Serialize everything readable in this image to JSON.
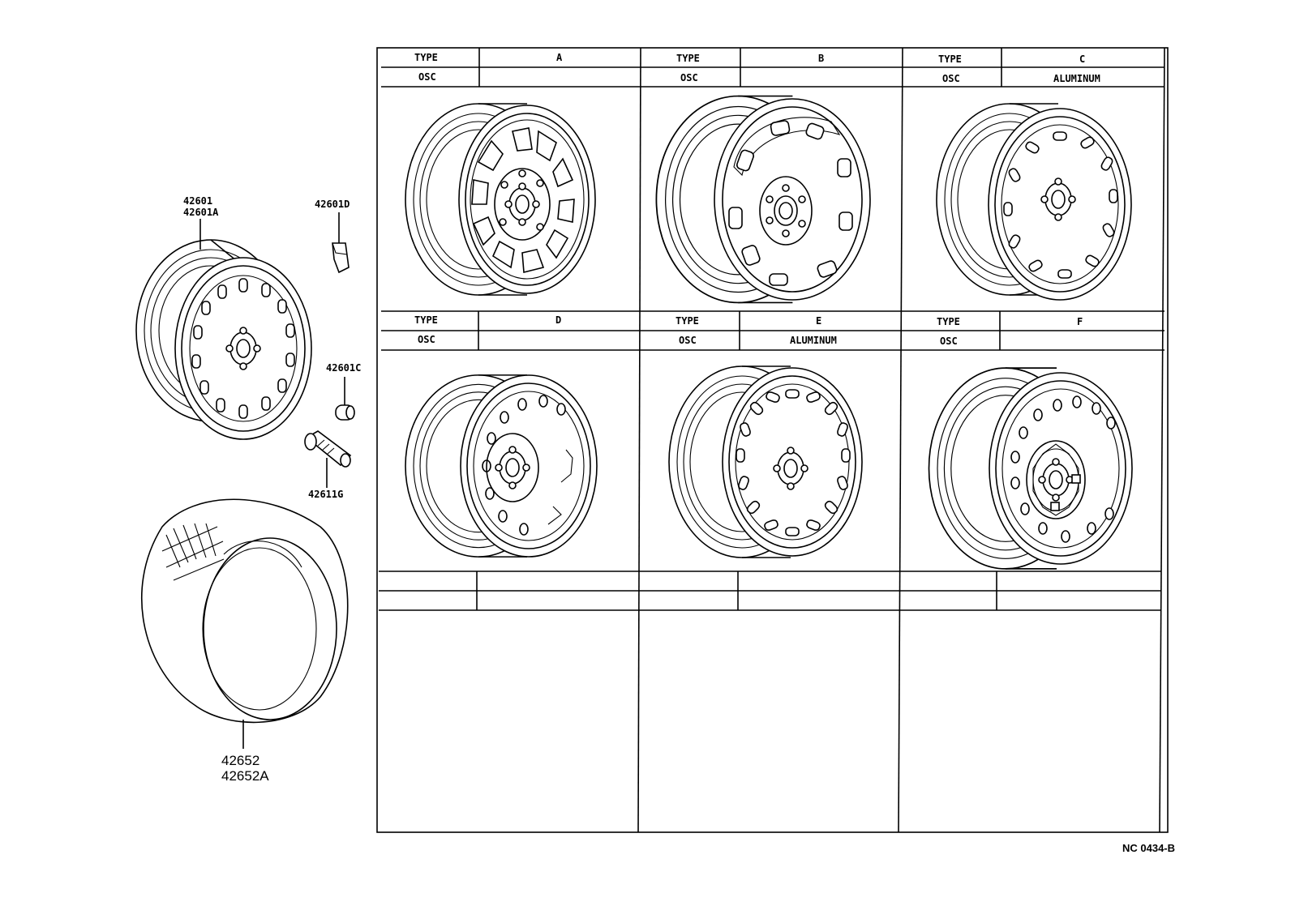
{
  "left_parts": {
    "wheel_labels": [
      "42601",
      "42601A"
    ],
    "valve_cap_label": "42601D",
    "valve_core_label": "42601C",
    "valve_label": "42611G",
    "tire_labels": [
      "42652",
      "42652A"
    ]
  },
  "table": {
    "cells": [
      {
        "type_label": "TYPE",
        "type_value": "A",
        "osc_label": "OSC",
        "osc_value": ""
      },
      {
        "type_label": "TYPE",
        "type_value": "B",
        "osc_label": "OSC",
        "osc_value": ""
      },
      {
        "type_label": "TYPE",
        "type_value": "C",
        "osc_label": "OSC",
        "osc_value": "ALUMINUM"
      },
      {
        "type_label": "TYPE",
        "type_value": "D",
        "osc_label": "OSC",
        "osc_value": ""
      },
      {
        "type_label": "TYPE",
        "type_value": "E",
        "osc_label": "OSC",
        "osc_value": "ALUMINUM"
      },
      {
        "type_label": "TYPE",
        "type_value": "F",
        "osc_label": "OSC",
        "osc_value": ""
      }
    ]
  },
  "footer": {
    "code": "NC 0434-B"
  }
}
